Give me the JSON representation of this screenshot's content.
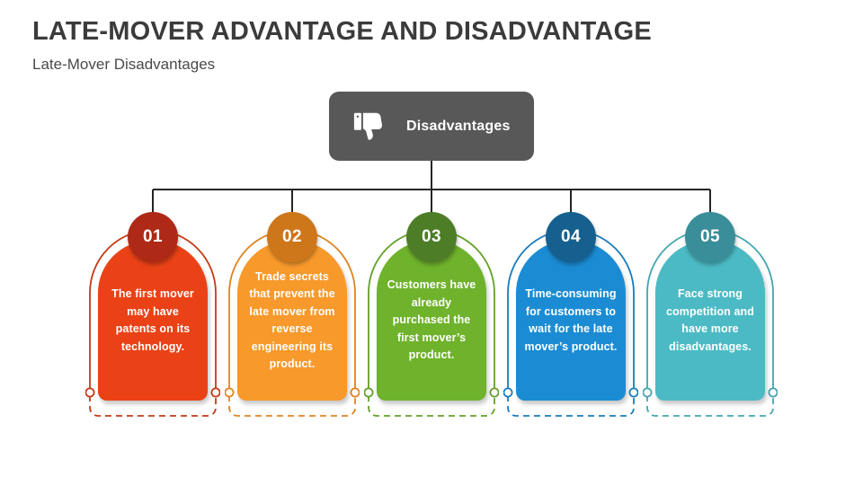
{
  "slide": {
    "title": "LATE-MOVER ADVANTAGE AND DISADVANTAGE",
    "subtitle": "Late-Mover Disadvantages",
    "background_color": "#FFFFFF",
    "title_color": "#3B3B3B"
  },
  "header_node": {
    "label": "Disadvantages",
    "icon": "thumbs-down-icon",
    "fill_color": "#585858",
    "text_color": "#FFFFFF"
  },
  "connectors": {
    "line_color": "#262626",
    "line_width": 2
  },
  "cards": [
    {
      "number": "01",
      "text": "The first mover may have patents on its technology.",
      "body_color": "#EA4216",
      "badge_color": "#AE2A17",
      "outline_color": "#C43A14"
    },
    {
      "number": "02",
      "text": "Trade secrets that prevent the late mover from reverse engineering its product.",
      "body_color": "#F8992B",
      "badge_color": "#CE761A",
      "outline_color": "#DE8420"
    },
    {
      "number": "03",
      "text": "Customers have already purchased the first mover’s product.",
      "body_color": "#6FB22C",
      "badge_color": "#4D7D26",
      "outline_color": "#63A028"
    },
    {
      "number": "04",
      "text": "Time-consuming for customers to wait for the late mover’s product.",
      "body_color": "#1B8CD4",
      "badge_color": "#15608F",
      "outline_color": "#1A7BBA"
    },
    {
      "number": "05",
      "text": "Face strong competition and have more disadvantages.",
      "body_color": "#4BBAC4",
      "badge_color": "#3A8E9A",
      "outline_color": "#43A5B0"
    }
  ]
}
